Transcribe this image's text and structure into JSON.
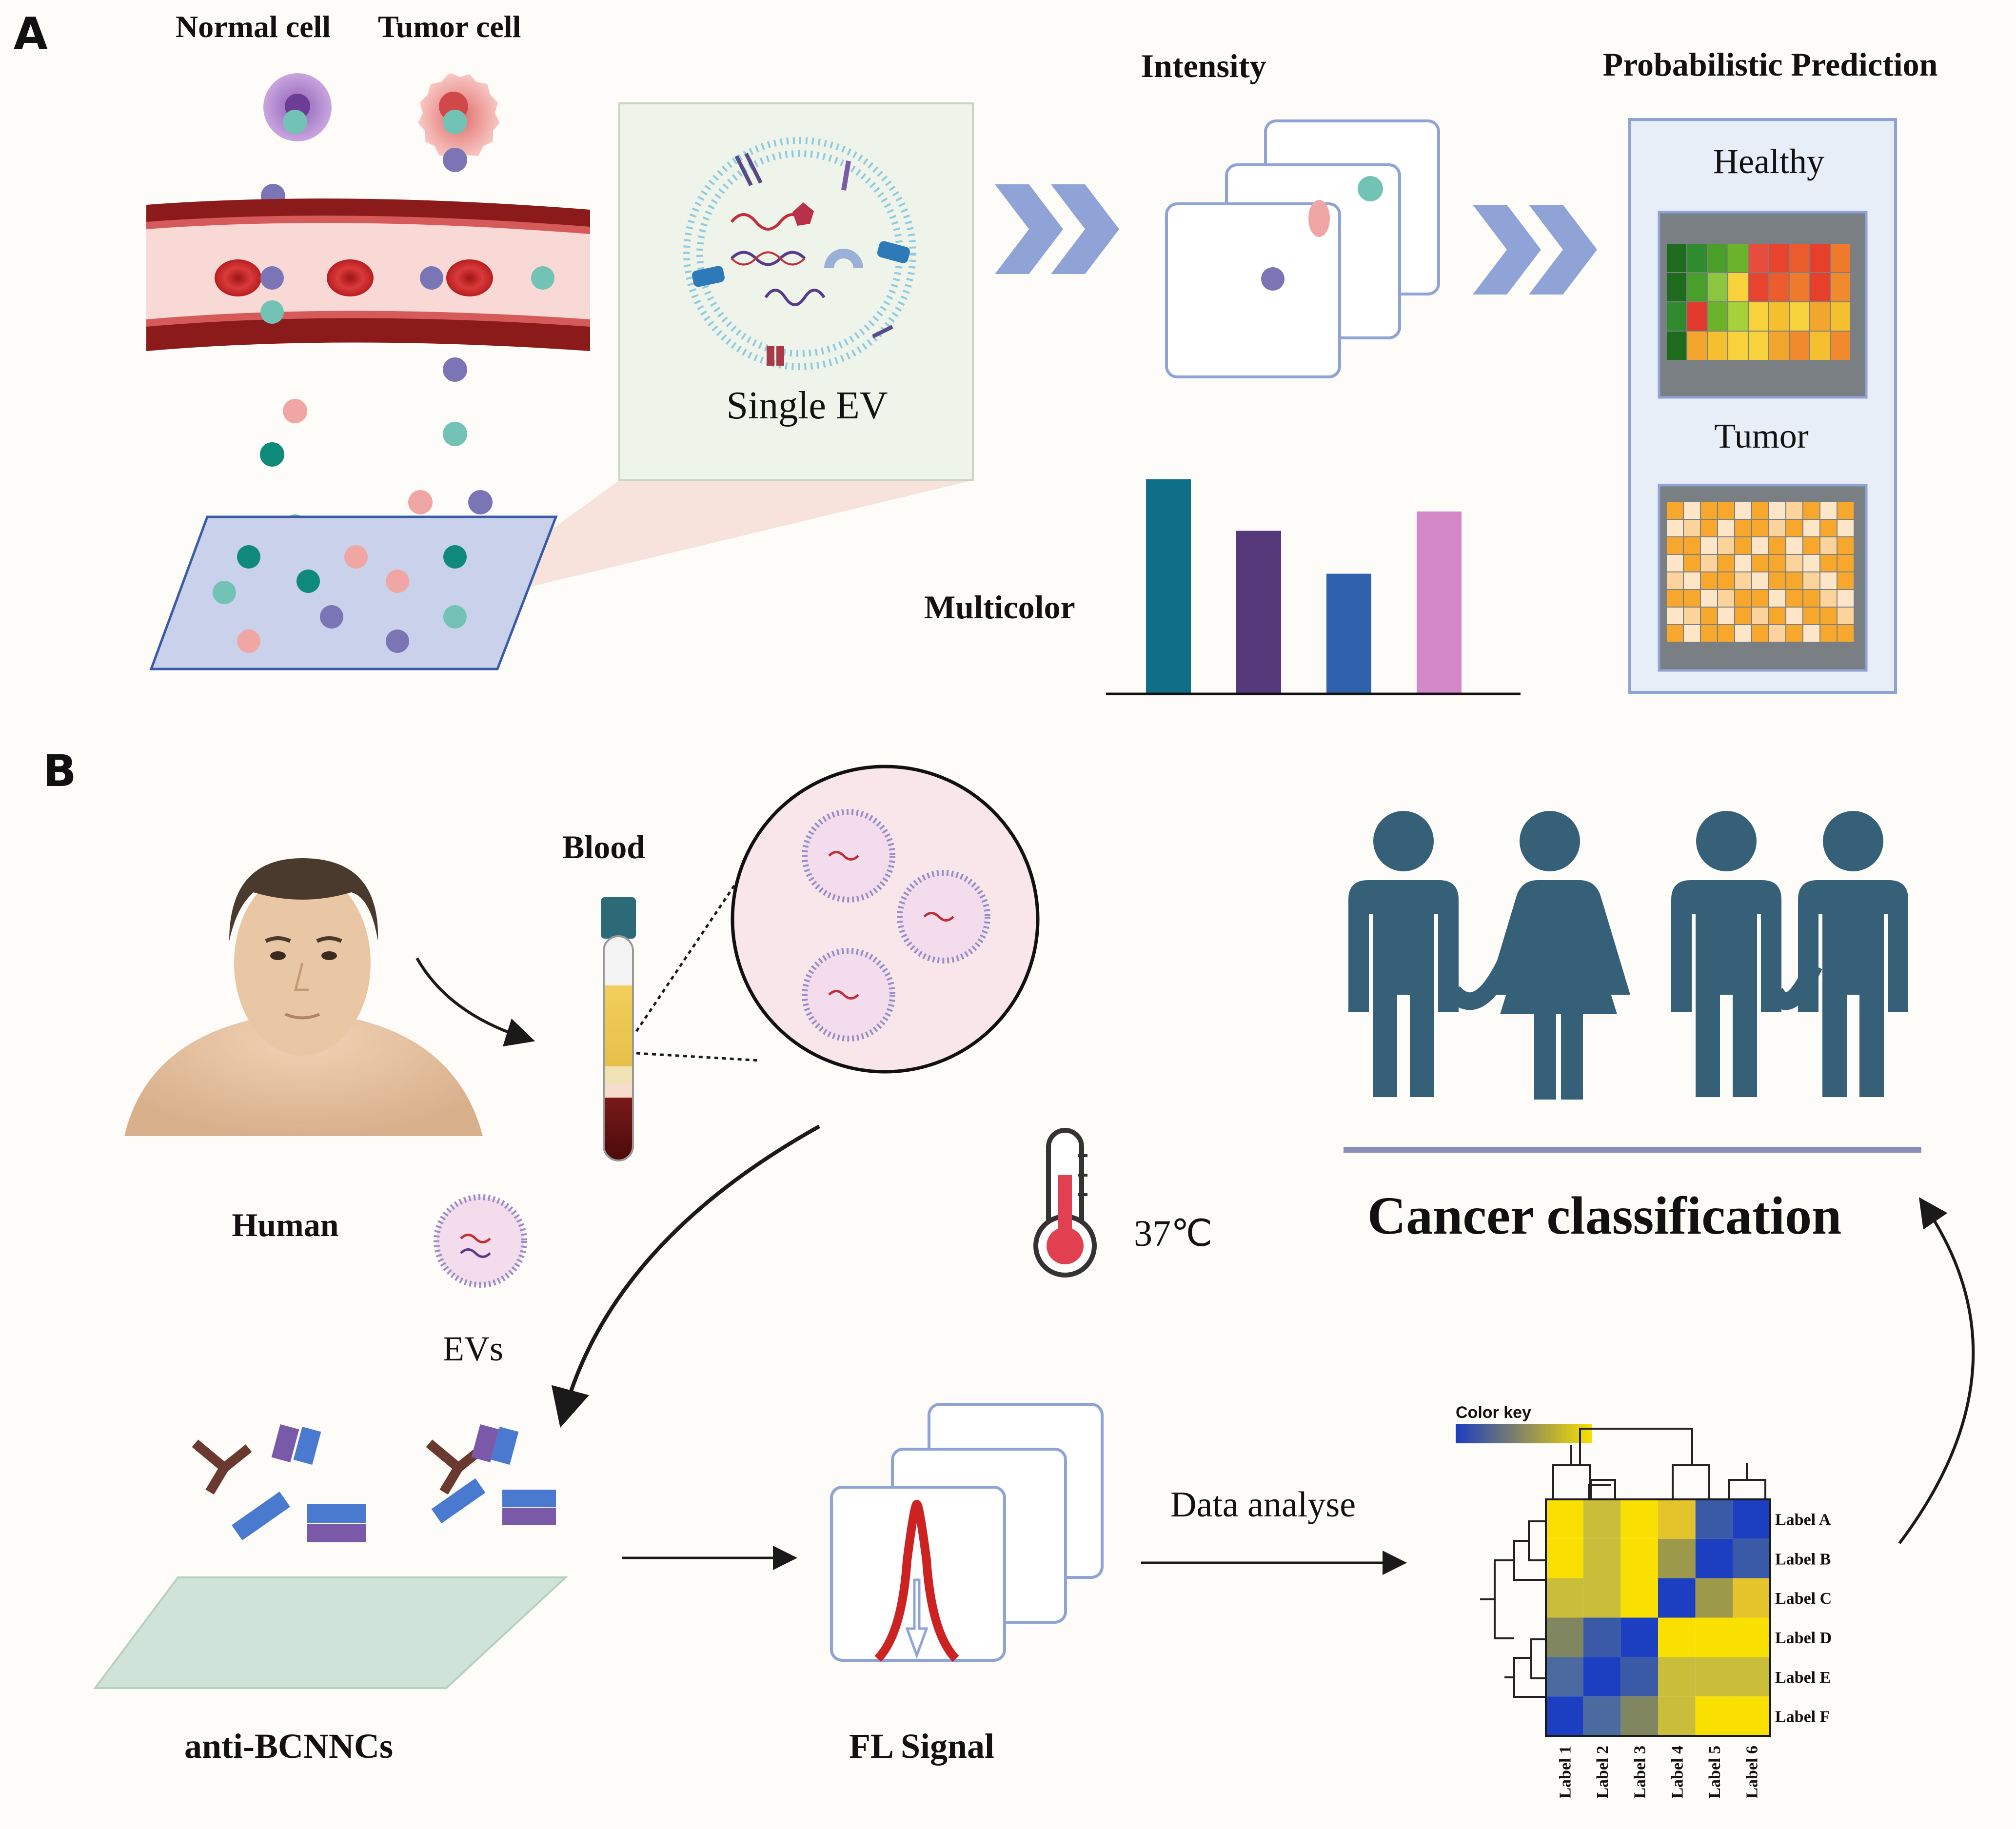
{
  "panel_a": {
    "letter": "A",
    "normal_cell_label": "Normal cell",
    "tumor_cell_label": "Tumor cell",
    "single_ev_label": "Single EV",
    "intensity_label": "Intensity",
    "multicolor_label": "Multicolor",
    "prediction_title": "Probabilistic Prediction",
    "healthy_label": "Healthy",
    "tumor_label": "Tumor",
    "multicolor_bars": [
      {
        "value": 1.0,
        "color": "#0f6f88"
      },
      {
        "value": 0.76,
        "color": "#55397a"
      },
      {
        "value": 0.56,
        "color": "#2e62ad"
      },
      {
        "value": 0.85,
        "color": "#d488c8"
      }
    ],
    "healthy_heatmap_colors": [
      [
        "#1e6b1e",
        "#2e8b2e",
        "#4a9e2a",
        "#6bb32a",
        "#e74c3c",
        "#e8432d",
        "#ec5b2c",
        "#e6402c",
        "#f07a2c"
      ],
      [
        "#1e6b1e",
        "#4a9e2a",
        "#8cc63f",
        "#f7d23a",
        "#e8432d",
        "#ec5b2c",
        "#f07a2c",
        "#e6402c",
        "#f08a2c"
      ],
      [
        "#2e8b2e",
        "#e23b2e",
        "#6bb32a",
        "#a6d13a",
        "#f7d23a",
        "#f5c030",
        "#f7d23a",
        "#f2a62e",
        "#f5c030"
      ],
      [
        "#1e6b1e",
        "#f2a62e",
        "#f5c030",
        "#f7d23a",
        "#f7d23a",
        "#f2a62e",
        "#f08a2c",
        "#f5c030",
        "#f08a2c"
      ]
    ],
    "tumor_heatmap_pattern": [
      [
        1,
        0,
        1,
        1,
        0,
        1,
        0,
        2,
        1,
        0,
        1
      ],
      [
        0,
        2,
        1,
        0,
        1,
        1,
        2,
        1,
        0,
        1,
        0
      ],
      [
        1,
        1,
        0,
        2,
        1,
        0,
        1,
        0,
        1,
        2,
        1
      ],
      [
        0,
        1,
        2,
        1,
        0,
        1,
        1,
        2,
        0,
        1,
        1
      ],
      [
        2,
        0,
        1,
        1,
        2,
        0,
        1,
        1,
        2,
        0,
        1
      ],
      [
        1,
        1,
        0,
        2,
        1,
        1,
        0,
        1,
        1,
        2,
        0
      ],
      [
        0,
        2,
        1,
        0,
        1,
        2,
        1,
        0,
        1,
        1,
        2
      ],
      [
        1,
        0,
        1,
        1,
        0,
        1,
        2,
        1,
        0,
        1,
        1
      ]
    ],
    "colors": {
      "vessel_dark": "#8b1a1a",
      "vessel_light": "#f9d9d6",
      "purple_dot": "#7b75b5",
      "teal_dot": "#72c2b6",
      "dark_teal_dot": "#0f8a7a",
      "pink_dot": "#f0a6a4",
      "slide": "#c9d2ea",
      "arrow": "#8fa3d6"
    }
  },
  "panel_b": {
    "letter": "B",
    "blood_label": "Blood",
    "human_label": "Human",
    "evs_label": "EVs",
    "temperature_label": "37℃",
    "anti_label": "anti-BCNNCs",
    "fl_signal_label": "FL Signal",
    "data_analyse_label": "Data analyse",
    "cancer_classification_label": "Cancer classification",
    "color_key_label": "Color key",
    "row_labels": [
      "Label A",
      "Label B",
      "Label C",
      "Label D",
      "Label E",
      "Label F"
    ],
    "col_labels": [
      "Label 1",
      "Label 2",
      "Label 3",
      "Label 4",
      "Label 5",
      "Label 6"
    ],
    "heatmap_colors": [
      [
        "#f9e000",
        "#c9bd3a",
        "#f9e000",
        "#e3c42a",
        "#3a5aa8",
        "#1c3ec0"
      ],
      [
        "#f9e000",
        "#c9bd3a",
        "#f9e000",
        "#9c9a4a",
        "#1c3ec0",
        "#3a5aa8"
      ],
      [
        "#c9bd3a",
        "#c9bd3a",
        "#f9e000",
        "#1c3ec0",
        "#9c9a4a",
        "#e3c42a"
      ],
      [
        "#7f8660",
        "#3a5aa8",
        "#1c3ec0",
        "#f9e000",
        "#f9e000",
        "#f9e000"
      ],
      [
        "#4a6aa0",
        "#1c3ec0",
        "#3a5aa8",
        "#c9bd3a",
        "#c9bd3a",
        "#c9bd3a"
      ],
      [
        "#1c3ec0",
        "#4a6aa0",
        "#7f8660",
        "#c9bd3a",
        "#f9e000",
        "#f9e000"
      ]
    ],
    "colors": {
      "people": "#365f78",
      "skin": "#e9c6a4",
      "hair": "#4a3a2e",
      "slide": "#cfe3d8",
      "peak": "#cc2222",
      "thermo": "#e04050"
    }
  }
}
